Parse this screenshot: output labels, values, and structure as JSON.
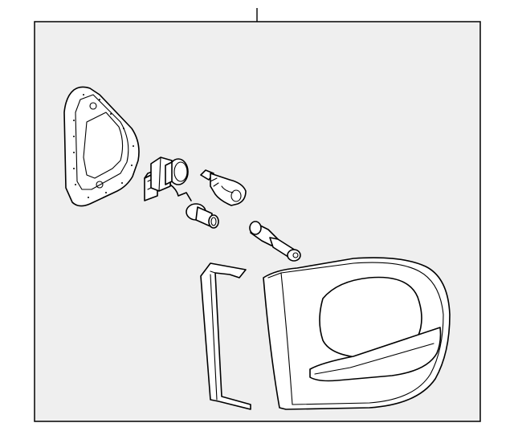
{
  "diagram": {
    "background_color": "#efefef",
    "line_color": "#000000",
    "parts": [
      {
        "name": "gasket",
        "icon": "gasket-plate-icon"
      },
      {
        "name": "bulb-socket",
        "icon": "socket-connector-icon"
      },
      {
        "name": "wedge-bulb",
        "icon": "wedge-bulb-icon"
      },
      {
        "name": "small-bulb",
        "icon": "small-bulb-icon"
      },
      {
        "name": "cylindrical-bulb",
        "icon": "cylinder-bulb-icon"
      },
      {
        "name": "seal-strip",
        "icon": "seal-strip-icon"
      },
      {
        "name": "lamp-assembly",
        "icon": "lamp-housing-icon"
      }
    ]
  }
}
